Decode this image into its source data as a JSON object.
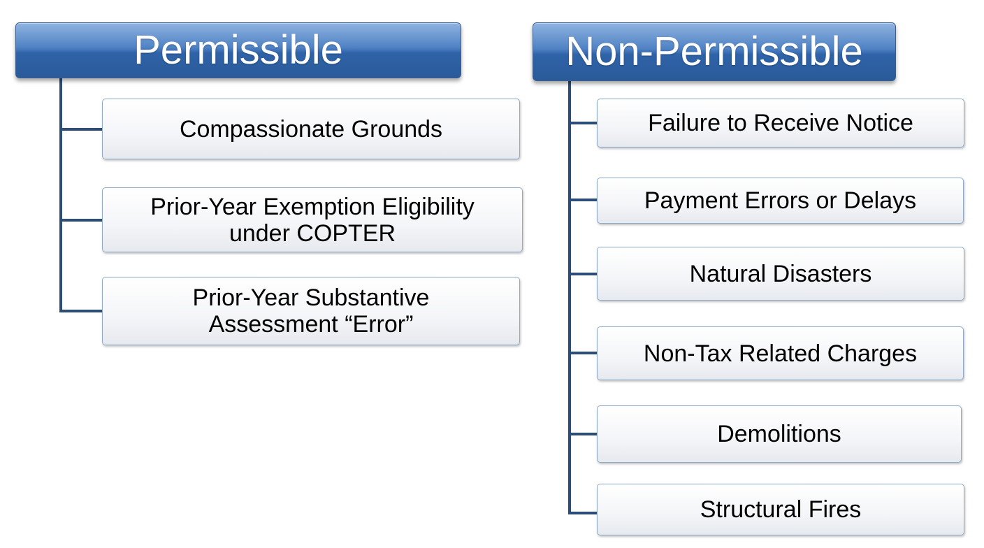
{
  "colors": {
    "header_fill": "#3b6db0",
    "connector": "#2c4d78",
    "box_border": "#8fa9c8",
    "header_text": "#ffffff",
    "box_text": "#000000"
  },
  "permissible": {
    "title": "Permissible",
    "items": [
      {
        "label": "Compassionate Grounds"
      },
      {
        "label": "Prior-Year Exemption Eligibility\nunder COPTER"
      },
      {
        "label": "Prior-Year Substantive\nAssessment “Error”"
      }
    ]
  },
  "non_permissible": {
    "title": "Non-Permissible",
    "items": [
      {
        "label": "Failure to Receive Notice"
      },
      {
        "label": "Payment Errors or Delays"
      },
      {
        "label": "Natural Disasters"
      },
      {
        "label": "Non-Tax Related Charges"
      },
      {
        "label": "Demolitions"
      },
      {
        "label": "Structural Fires"
      }
    ]
  }
}
